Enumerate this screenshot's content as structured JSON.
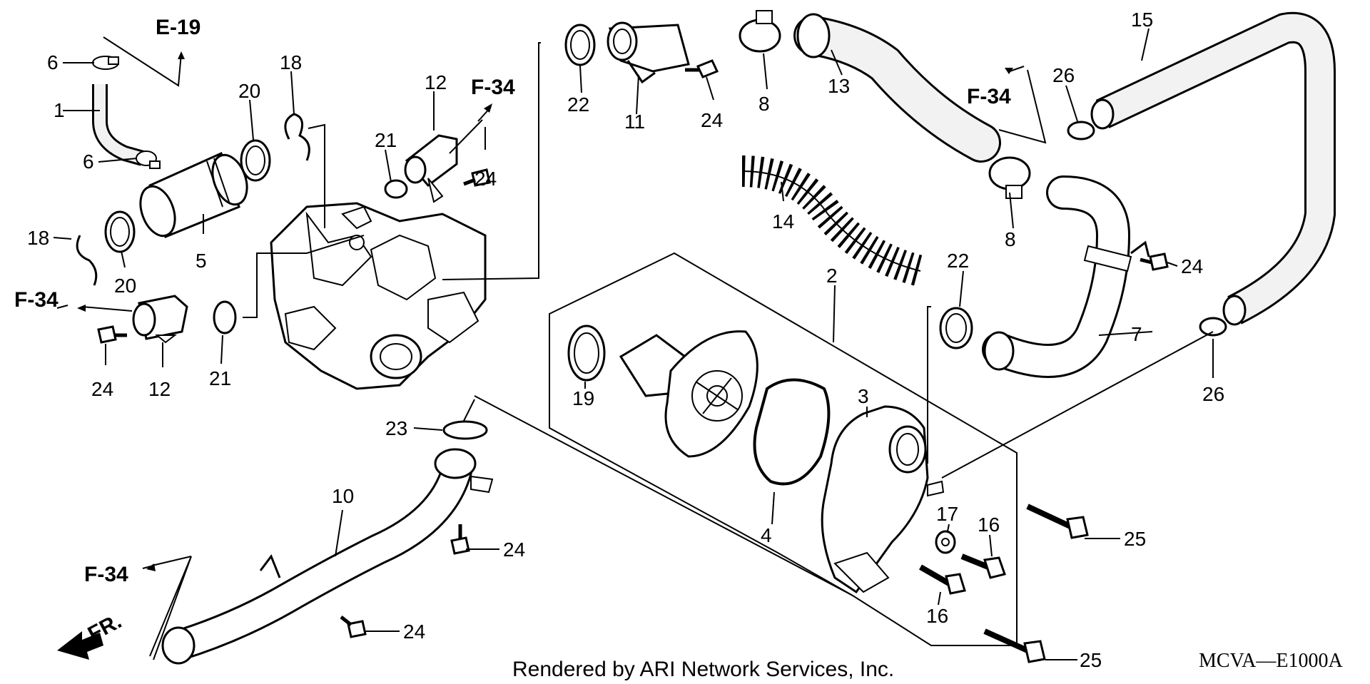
{
  "callouts": {
    "c1": "1",
    "c2": "2",
    "c3": "3",
    "c4": "4",
    "c5": "5",
    "c6a": "6",
    "c6b": "6",
    "c7": "7",
    "c8a": "8",
    "c8b": "8",
    "c10": "10",
    "c11": "11",
    "c12a": "12",
    "c12b": "12",
    "c13": "13",
    "c14": "14",
    "c15": "15",
    "c16a": "16",
    "c16b": "16",
    "c17": "17",
    "c18a": "18",
    "c18b": "18",
    "c19": "19",
    "c20a": "20",
    "c20b": "20",
    "c21a": "21",
    "c21b": "21",
    "c22a": "22",
    "c22b": "22",
    "c23": "23",
    "c24a": "24",
    "c24b": "24",
    "c24c": "24",
    "c24d": "24",
    "c24e": "24",
    "c24f": "24",
    "c25a": "25",
    "c25b": "25",
    "c26a": "26",
    "c26b": "26"
  },
  "references": {
    "e19": "E-19",
    "f34_top_mid": "F-34",
    "f34_top_right": "F-34",
    "f34_left": "F-34",
    "f34_bottom_left": "F-34",
    "front": "FR."
  },
  "footer": {
    "credit": "Rendered by ARI Network Services, Inc.",
    "diagram_code": "MCVA—E1000A"
  }
}
